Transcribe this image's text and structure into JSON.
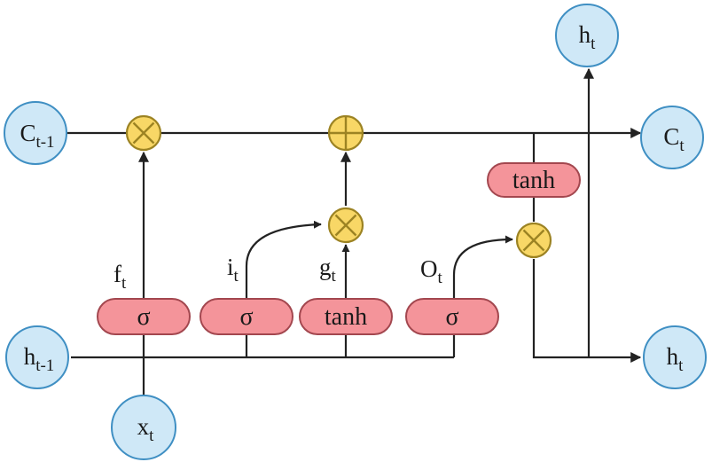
{
  "colors": {
    "state_fill": "#cfe8f7",
    "state_stroke": "#3f8fc3",
    "gate_fill": "#f4949a",
    "gate_stroke": "#a3474f",
    "op_fill": "#f8d766",
    "op_stroke": "#9c8323",
    "line": "#222222"
  },
  "nodes": {
    "c_prev": {
      "base": "C",
      "sub": "t-1"
    },
    "h_prev": {
      "base": "h",
      "sub": "t-1"
    },
    "x_t": {
      "base": "x",
      "sub": "t"
    },
    "c_t": {
      "base": "C",
      "sub": "t"
    },
    "h_t_right": {
      "base": "h",
      "sub": "t"
    },
    "h_t_top": {
      "base": "h",
      "sub": "t"
    }
  },
  "gates": {
    "forget": "σ",
    "input": "σ",
    "candidate": "tanh",
    "output": "σ",
    "cell_tanh": "tanh"
  },
  "gate_labels": {
    "f": {
      "base": "f",
      "sub": "t"
    },
    "i": {
      "base": "i",
      "sub": "t"
    },
    "g": {
      "base": "g",
      "sub": "t"
    },
    "o": {
      "base": "O",
      "sub": "t"
    }
  },
  "operators": {
    "mult": "multiply-icon",
    "add": "add-icon"
  }
}
